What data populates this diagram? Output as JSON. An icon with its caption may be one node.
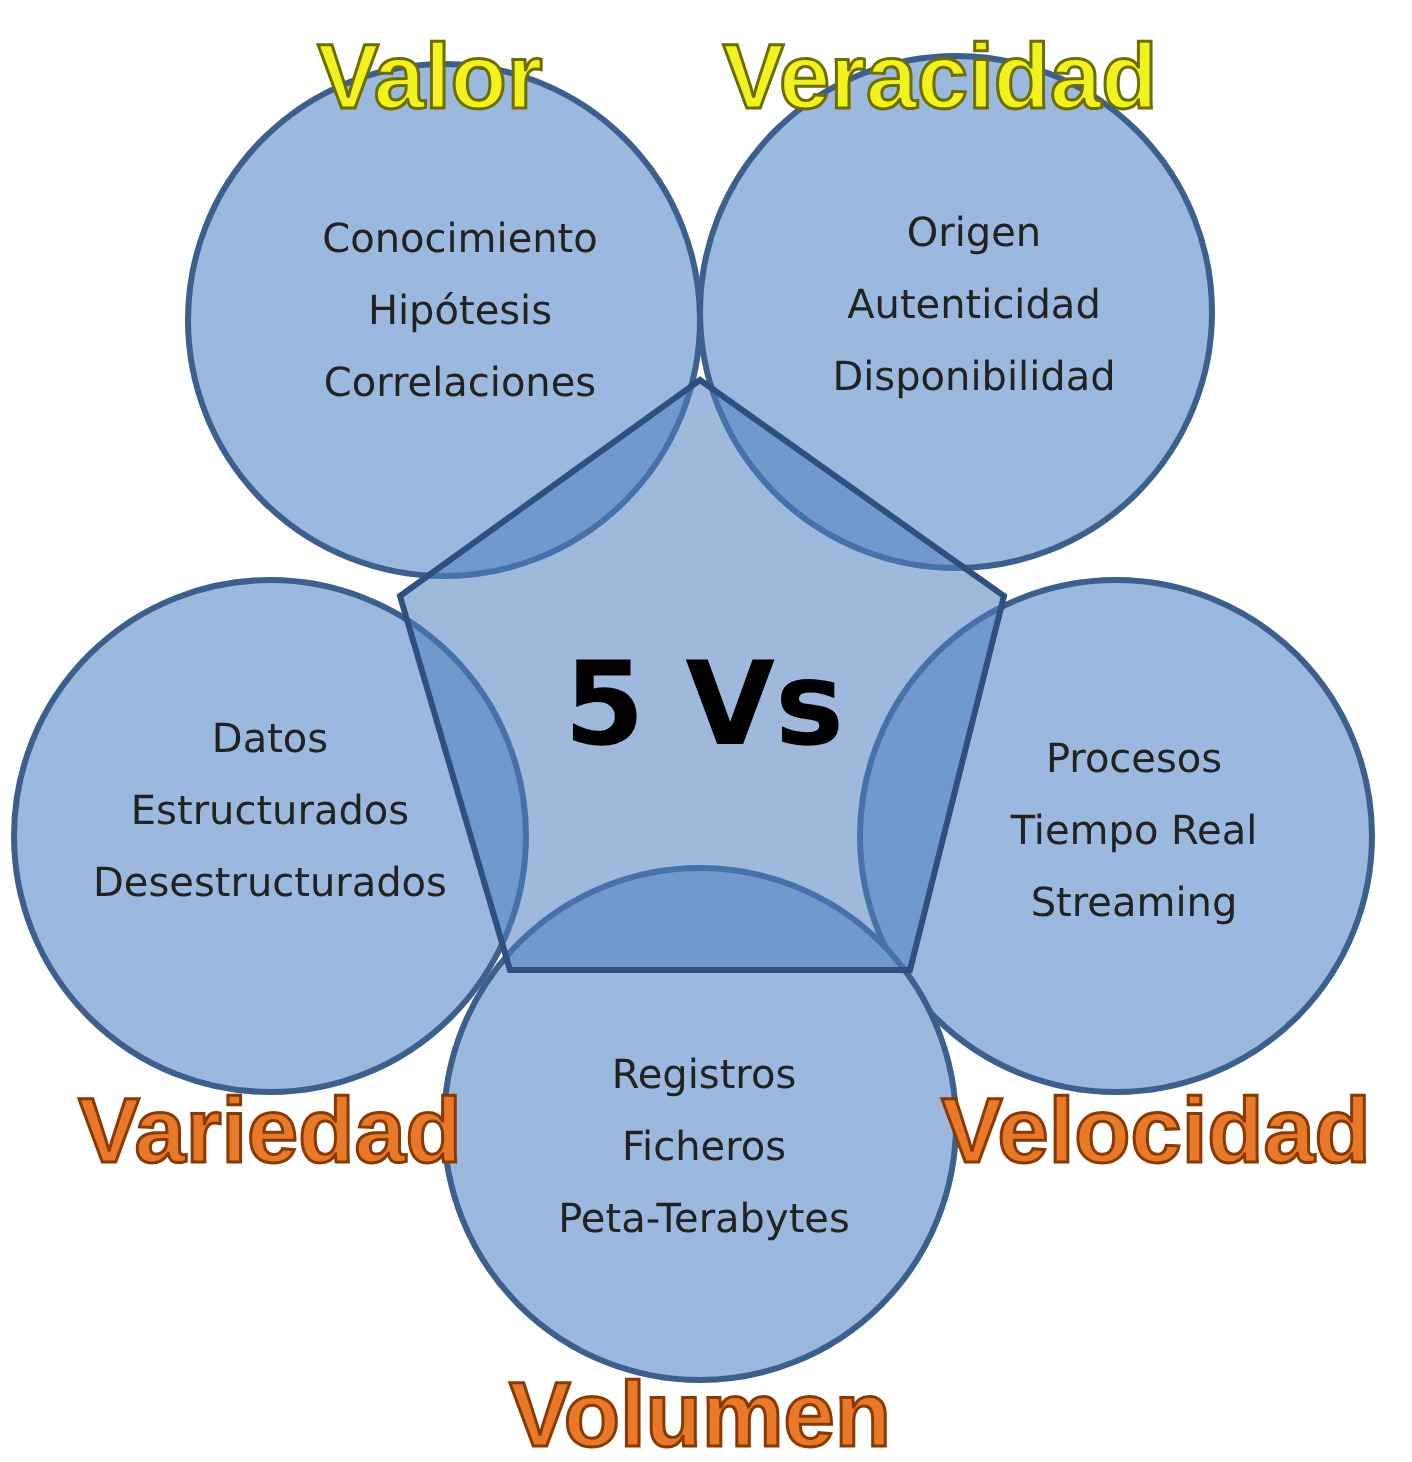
{
  "diagram": {
    "nodes": [
      {
        "text": [
          "5 Vs"
        ]
      },
      {
        "text": [
          "Valor",
          "Conocimiento",
          "Hipótesis",
          "Correlaciones"
        ]
      },
      {
        "text": [
          "Veracidad",
          "Origen",
          "Autenticidad",
          "Disponibilidad"
        ]
      },
      {
        "text": [
          "Variedad",
          "Datos",
          "Estructurados",
          "Desestructurados"
        ]
      },
      {
        "text": [
          "Velocidad",
          "Procesos",
          "Tiempo Real",
          "Streaming"
        ]
      },
      {
        "text": [
          "Volumen",
          "Registros",
          "Ficheros",
          "Peta-Terabytes"
        ]
      }
    ],
    "edges": []
  }
}
